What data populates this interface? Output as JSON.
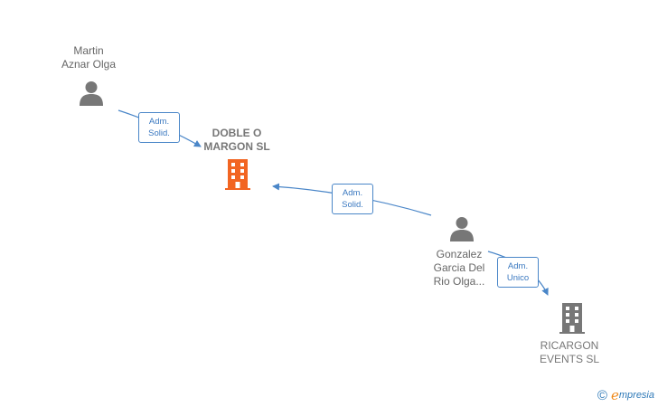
{
  "nodes": {
    "martin": {
      "lines": [
        "Martin",
        "Aznar Olga"
      ],
      "type": "person"
    },
    "doble": {
      "lines": [
        "DOBLE O",
        "MARGON  SL"
      ],
      "type": "company",
      "color": "#f26522"
    },
    "gonzalez": {
      "lines": [
        "Gonzalez",
        "Garcia Del",
        "Rio Olga..."
      ],
      "type": "person"
    },
    "ricargon": {
      "lines": [
        "RICARGON",
        "EVENTS  SL"
      ],
      "type": "company",
      "color": "#777777"
    }
  },
  "relations": [
    {
      "from": "martin",
      "to": "doble",
      "lines": [
        "Adm.",
        "Solid."
      ]
    },
    {
      "from": "gonzalez",
      "to": "doble",
      "lines": [
        "Adm.",
        "Solid."
      ]
    },
    {
      "from": "gonzalez",
      "to": "ricargon",
      "lines": [
        "Adm.",
        "Unico"
      ]
    }
  ],
  "footer": {
    "copyright": "©",
    "brand_initial": "e",
    "brand_rest": "mpresia"
  },
  "colors": {
    "link": "#4a86c8",
    "person": "#777777"
  },
  "icons": {
    "person": "person-icon",
    "company": "building-icon"
  }
}
